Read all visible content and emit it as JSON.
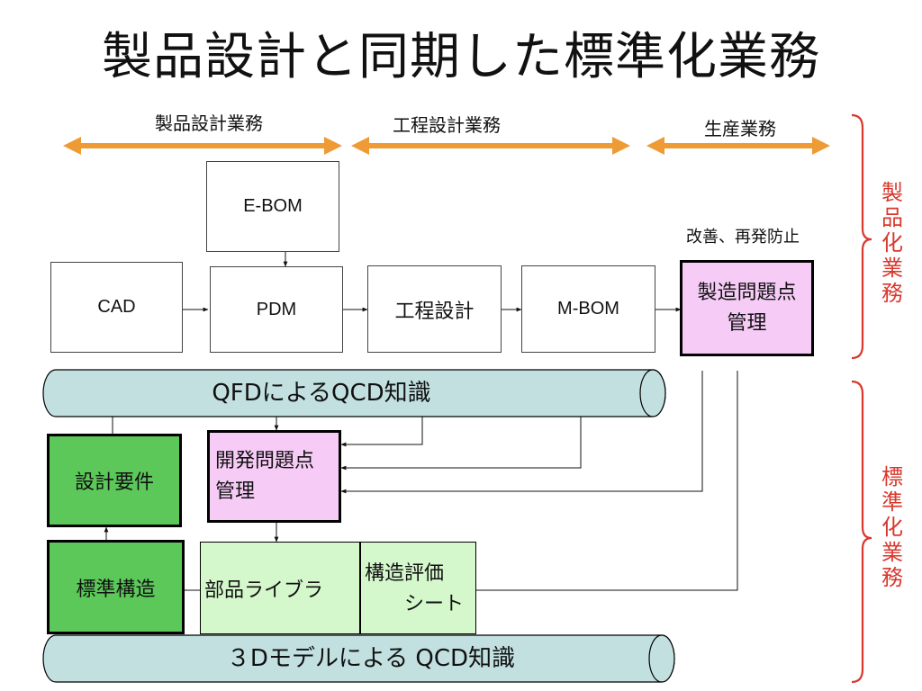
{
  "title": "製品設計と同期した標準化業務",
  "phases": {
    "design": "製品設計業務",
    "process": "工程設計業務",
    "production": "生産業務"
  },
  "boxes": {
    "ebom": "E-BOM",
    "cad": "CAD",
    "pdm": "PDM",
    "process_design": "工程設計",
    "mbom": "M-BOM",
    "mfg_issue": "製造問題点\n管理",
    "dev_issue": "開発問題点\n管理",
    "design_req": "設計要件",
    "std_structure": "標準構造",
    "parts_library": "部品ライブラ",
    "structure_eval": "構造評価\n　　シート"
  },
  "kaizen_note": "改善、再発防止",
  "cylinders": {
    "qfd": "QFDによるQCD知識",
    "model3d": "３Dモデルによる QCD知識"
  },
  "side_labels": {
    "productization": "製\n品\n化\n業\n務",
    "standardization": "標\n準\n化\n業\n務"
  },
  "colors": {
    "arrow_orange": "#ee9b36",
    "bracket_red": "#d8382e",
    "pink_fill": "#f6ccf6",
    "green_dark": "#5cc85a",
    "green_light": "#d4f8cc",
    "cylinder_fill": "#c3e0e1"
  }
}
